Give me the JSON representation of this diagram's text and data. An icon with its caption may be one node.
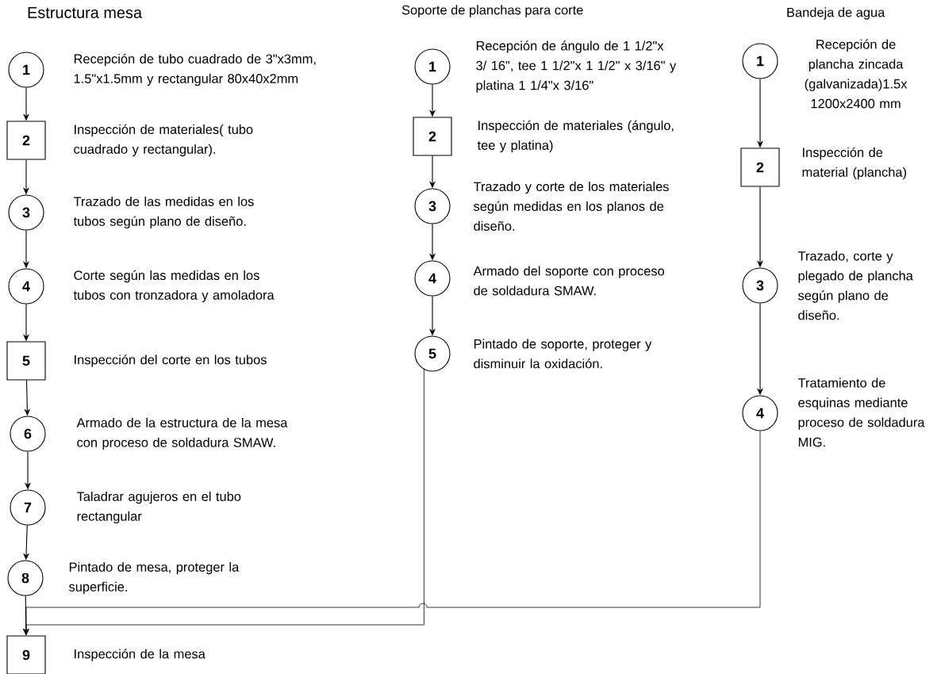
{
  "diagram": {
    "title": "Estructura mesa",
    "nodes": [
      {
        "text": [
          "1"
        ],
        "beside": [
          "Recepción de tubo cuadrado de 3\"x3mm, 1.5\"x1.5mm y rectangular 80x40x2mm"
        ]
      },
      {
        "text": [
          "2"
        ],
        "beside": [
          "Inspección de materiales( tubo cuadrado y rectangular)."
        ]
      },
      {
        "text": [
          "3"
        ],
        "beside": [
          "Trazado de las medidas en los tubos según plano de diseño."
        ]
      },
      {
        "text": [
          "4"
        ],
        "beside": [
          "Corte según las medidas en los tubos con tronzadora y amoladora"
        ]
      },
      {
        "text": [
          "5"
        ],
        "beside": [
          "Inspección del corte en los tubos"
        ]
      },
      {
        "text": [
          "6"
        ],
        "beside": [
          "Armado de la estructura de la mesa con proceso de soldadura SMAW."
        ]
      },
      {
        "text": [
          "7"
        ],
        "beside": [
          "Taladrar agujeros en el tubo rectangular"
        ]
      },
      {
        "text": [
          "8"
        ],
        "beside": [
          "Pintado de mesa, proteger la superficie."
        ]
      },
      {
        "text": [
          "9"
        ],
        "beside": [
          "Inspección de la mesa"
        ]
      },
      {
        "text": [
          "1"
        ],
        "beside": [
          "Recepción de ángulo de 1 1/2\"x 3/ 16\", tee 1 1/2\"x 1 1/2\" x 3/16\" y platina 1 1/4\"x 3/16\""
        ]
      },
      {
        "text": [
          "2"
        ],
        "beside": [
          "Inspección de materiales (ángulo, tee y platina)"
        ]
      },
      {
        "text": [
          "3"
        ],
        "beside": [
          "Trazado y corte de los materiales según medidas en los planos de diseño."
        ]
      },
      {
        "text": [
          "4"
        ],
        "beside": [
          "Armado del soporte con proceso de soldadura SMAW."
        ]
      },
      {
        "text": [
          "5"
        ],
        "beside": [
          "Pintado de soporte, proteger y disminuir la oxidación."
        ]
      },
      {
        "text": [
          "1"
        ],
        "beside": [
          "Recepción de plancha zincada (galvanizada)1.5x 1200x2400 mm"
        ]
      },
      {
        "text": [
          "2"
        ],
        "beside": [
          "Inspección de material (plancha)"
        ]
      },
      {
        "text": [
          "3"
        ],
        "beside": [
          "Trazado, corte y plegado de plancha según plano de diseño."
        ]
      },
      {
        "text": [
          "4"
        ],
        "beside": [
          "Tratamiento de esquinas mediante proceso de soldadura MIG."
        ]
      }
    ],
    "edges": [
      {
        "from": 0,
        "to": 1,
        "arrow": "to"
      },
      {
        "from": 1,
        "to": 2,
        "arrow": "to"
      },
      {
        "from": 2,
        "to": 3,
        "arrow": "to"
      },
      {
        "from": 3,
        "to": 4,
        "arrow": "to"
      },
      {
        "from": 4,
        "to": 5,
        "arrow": "to"
      },
      {
        "from": 5,
        "to": 6,
        "arrow": "to"
      },
      {
        "from": 6,
        "to": 7,
        "arrow": "to"
      },
      {
        "from": 7,
        "to": 8,
        "arrow": "to"
      },
      {
        "from": 9,
        "to": 10,
        "arrow": "to"
      },
      {
        "from": 10,
        "to": 11,
        "arrow": "to"
      },
      {
        "from": 11,
        "to": 12,
        "arrow": "to"
      },
      {
        "from": 12,
        "to": 13,
        "arrow": "to"
      },
      {
        "from": 14,
        "to": 15,
        "arrow": "to"
      },
      {
        "from": 15,
        "to": 16,
        "arrow": "to"
      },
      {
        "from": 16,
        "to": 17,
        "arrow": "to"
      },
      {
        "from": 13,
        "to": 8,
        "arrow": "to"
      },
      {
        "from": 17,
        "to": 8,
        "arrow": "to"
      }
    ],
    "labels": [
      "Soporte de planchas para corte",
      "Bandeja de agua"
    ]
  }
}
